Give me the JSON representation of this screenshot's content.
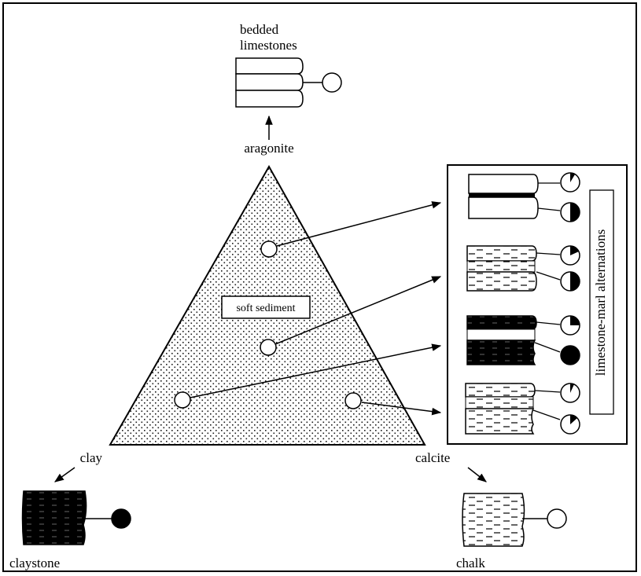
{
  "labels": {
    "top_product_line1": "bedded",
    "top_product_line2": "limestones",
    "apex_top": "aragonite",
    "apex_left": "clay",
    "apex_right": "calcite",
    "center_box": "soft sediment",
    "left_product": "claystone",
    "right_product": "chalk",
    "panel_title": "limestone-marl alternations"
  },
  "colors": {
    "ink": "#000000",
    "paper": "#ffffff",
    "stipple": "#1a1a1a"
  },
  "icons": [
    "arrow-icon",
    "circle-icon",
    "pie-icon",
    "stipple-pattern"
  ]
}
